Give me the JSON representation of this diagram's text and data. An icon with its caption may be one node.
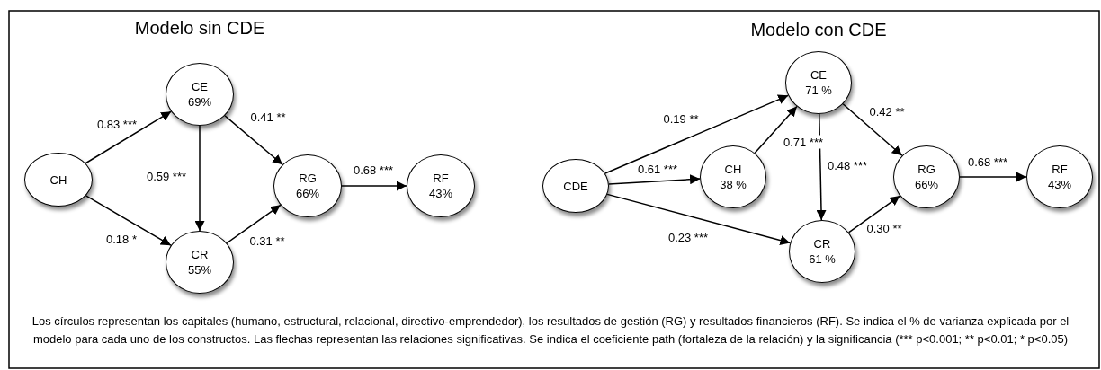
{
  "diagram": {
    "caption": "Los círculos representan los capitales (humano, estructural, relacional, directivo-emprendedor), los resultados de gestión (RG) y resultados financieros (RF). Se indica el % de varianza explicada  por el modelo para cada uno de los constructos. Las flechas representan las relaciones significativas. Se indica el coeficiente path (fortaleza de la relación)  y la significancia (*** p<0.001; ** p<0.01; * p<0.05)",
    "nodes": [
      {
        "text": [
          "CH"
        ]
      },
      {
        "text": [
          "CE",
          "69%"
        ]
      },
      {
        "text": [
          "CR",
          "55%"
        ]
      },
      {
        "text": [
          "RG",
          "66%"
        ]
      },
      {
        "text": [
          "RF",
          "43%"
        ]
      },
      {
        "text": [
          "CDE"
        ]
      },
      {
        "text": [
          "CE",
          "71 %"
        ]
      },
      {
        "text": [
          "CH",
          "38 %"
        ]
      },
      {
        "text": [
          "CR",
          "61 %"
        ]
      },
      {
        "text": [
          "RG",
          "66%"
        ]
      },
      {
        "text": [
          "RF",
          "43%"
        ]
      }
    ],
    "edges": [
      {
        "from": 0,
        "to": 1,
        "arrow": "to",
        "label": "0.83 ***"
      },
      {
        "from": 0,
        "to": 2,
        "arrow": "to",
        "label": "0.18 *"
      },
      {
        "from": 1,
        "to": 2,
        "arrow": "to",
        "label": "0.59 ***"
      },
      {
        "from": 1,
        "to": 3,
        "arrow": "to",
        "label": "0.41 **"
      },
      {
        "from": 2,
        "to": 3,
        "arrow": "to",
        "label": "0.31 **"
      },
      {
        "from": 3,
        "to": 4,
        "arrow": "to",
        "label": "0.68 ***"
      },
      {
        "from": 5,
        "to": 6,
        "arrow": "to",
        "label": "0.19 **"
      },
      {
        "from": 5,
        "to": 7,
        "arrow": "to",
        "label": "0.61 ***"
      },
      {
        "from": 5,
        "to": 8,
        "arrow": "to",
        "label": "0.23 ***"
      },
      {
        "from": 7,
        "to": 6,
        "arrow": "to",
        "label": "0.71 ***"
      },
      {
        "from": 6,
        "to": 8,
        "arrow": "to",
        "label": "0.48 ***"
      },
      {
        "from": 6,
        "to": 9,
        "arrow": "to",
        "label": "0.42 **"
      },
      {
        "from": 8,
        "to": 9,
        "arrow": "to",
        "label": "0.30 **"
      },
      {
        "from": 9,
        "to": 10,
        "arrow": "to",
        "label": "0.68 ***"
      }
    ],
    "labels": [
      "Modelo sin CDE",
      "Modelo con CDE"
    ]
  }
}
